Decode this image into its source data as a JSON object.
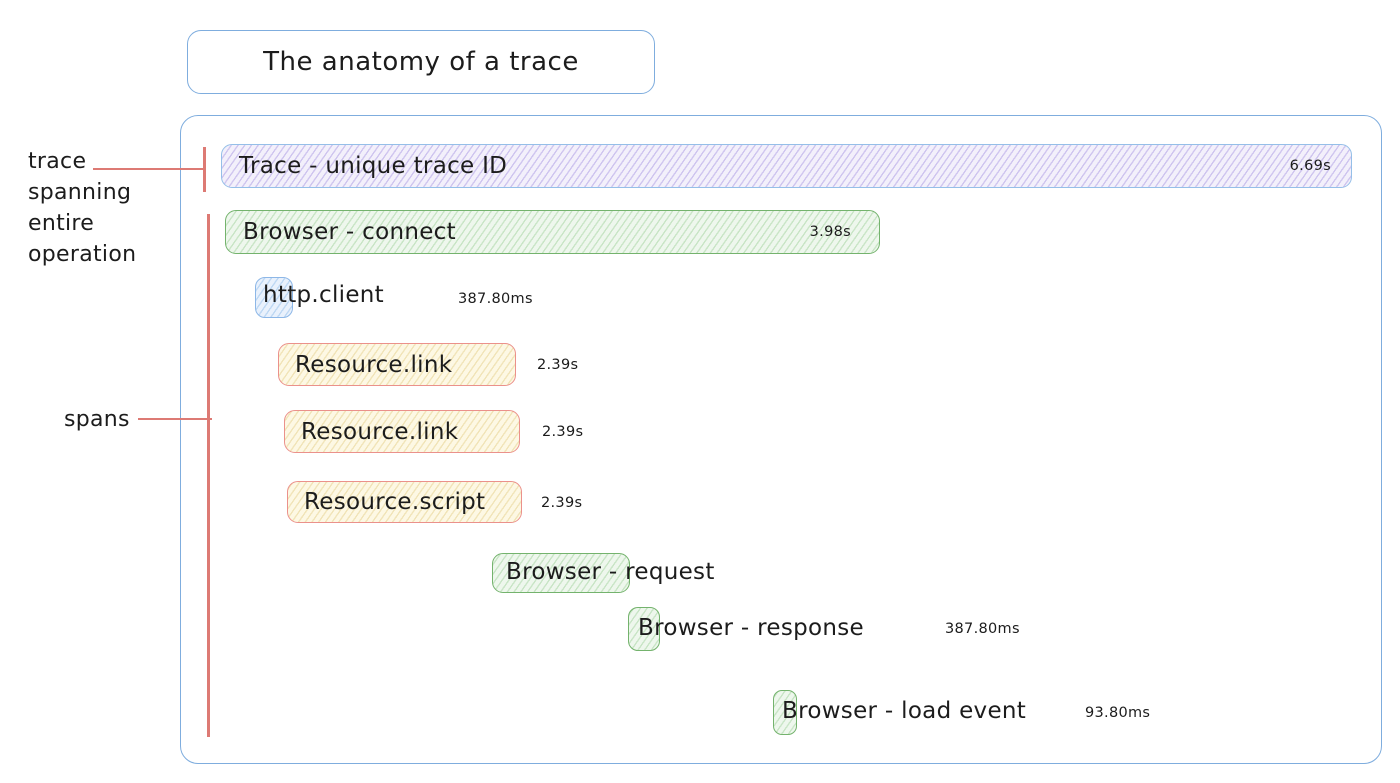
{
  "title": "The anatomy of a trace",
  "annotations": {
    "trace_label": "trace\nspanning\nentire\noperation",
    "spans_label": "spans"
  },
  "trace_bar": {
    "label": "Trace - unique trace ID",
    "duration": "6.69s"
  },
  "spans": [
    {
      "id": "browser-connect",
      "label": "Browser - connect",
      "duration": "3.98s"
    },
    {
      "id": "http-client",
      "label": "http.client",
      "duration": "387.80ms"
    },
    {
      "id": "resource-link-1",
      "label": "Resource.link",
      "duration": "2.39s"
    },
    {
      "id": "resource-link-2",
      "label": "Resource.link",
      "duration": "2.39s"
    },
    {
      "id": "resource-script",
      "label": "Resource.script",
      "duration": "2.39s"
    },
    {
      "id": "browser-request",
      "label": "Browser - request",
      "duration": ""
    },
    {
      "id": "browser-response",
      "label": "Browser - response",
      "duration": "387.80ms"
    },
    {
      "id": "browser-load-event",
      "label": "Browser - load event",
      "duration": "93.80ms"
    }
  ],
  "colors": {
    "frame_stroke": "#7fadde",
    "trace_fill": "#f3f0fb",
    "trace_hachure": "#cfc5ef",
    "trace_stroke": "#95bfe8",
    "green_fill": "#eef7ed",
    "green_hachure": "#c9e5c6",
    "green_stroke": "#74b36d",
    "yellow_fill": "#fdf8e4",
    "yellow_hachure": "#f1e4b8",
    "yellow_stroke": "#eb918b",
    "blue_fill": "#e9f1fc",
    "blue_hachure": "#bed8f3",
    "blue_stroke": "#8db7e7",
    "pointer_red": "#dd7a74",
    "text": "#1c1c1c"
  }
}
